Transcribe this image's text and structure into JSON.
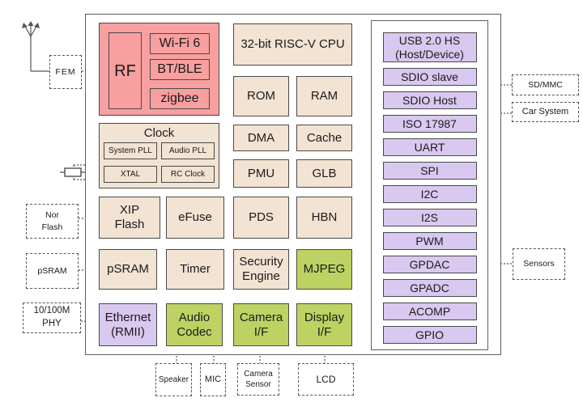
{
  "palette": {
    "tan": "#f2e3d3",
    "pink": "#f89f9f",
    "purple": "#d9c8ef",
    "green": "#bdd262",
    "line": "#555555"
  },
  "chip": {
    "radio": {
      "rf": "RF",
      "wifi": "Wi-Fi 6",
      "bt_ble": "BT/BLE",
      "zigbee": "zigbee"
    },
    "clock": {
      "title": "Clock",
      "system_pll": "System PLL",
      "audio_pll": "Audio PLL",
      "xtal": "XTAL",
      "rc_clock": "RC Clock"
    },
    "cpu": "32-bit RISC-V CPU",
    "rom": "ROM",
    "ram": "RAM",
    "dma": "DMA",
    "cache": "Cache",
    "pmu": "PMU",
    "glb": "GLB",
    "xip_flash": "XIP\nFlash",
    "efuse": "eFuse",
    "pds": "PDS",
    "hbn": "HBN",
    "psram": "pSRAM",
    "timer": "Timer",
    "security_engine": "Security\nEngine",
    "mjpeg": "MJPEG",
    "ethernet": "Ethernet\n(RMII)",
    "audio_codec": "Audio\nCodec",
    "camera_if": "Camera\nI/F",
    "display_if": "Display\nI/F",
    "peripherals": [
      "USB 2.0 HS\n(Host/Device)",
      "SDIO slave",
      "SDIO Host",
      "ISO 17987",
      "UART",
      "SPI",
      "I2C",
      "I2S",
      "PWM",
      "GPDAC",
      "GPADC",
      "ACOMP",
      "GPIO"
    ]
  },
  "external": {
    "fem": "FEM",
    "nor_flash": "Nor\nFlash",
    "psram": "pSRAM",
    "ethernet_phy": "10/100M\nPHY",
    "sd_mmc": "SD/MMC",
    "car_system": "Car System",
    "sensors": "Sensors",
    "speaker": "Speaker",
    "mic": "MIC",
    "camera_sensor": "Camera\nSensor",
    "lcd": "LCD"
  }
}
